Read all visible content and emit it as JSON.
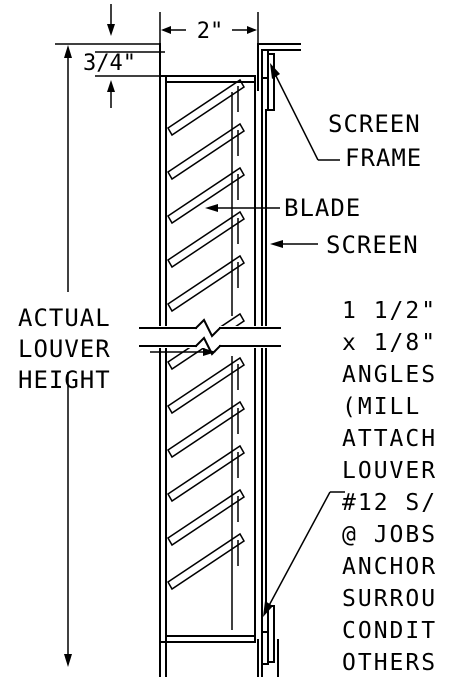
{
  "drawing": {
    "dimensions": {
      "depth": "2\"",
      "offset": "3/4\""
    },
    "labels": {
      "screen_frame_line1": "SCREEN",
      "screen_frame_line2": "FRAME",
      "blade": "BLADE",
      "screen": "SCREEN",
      "height_line1": "ACTUAL",
      "height_line2": "LOUVER",
      "height_line3": "HEIGHT"
    },
    "note": {
      "lines": [
        "1 1/2\"",
        "x 1/8\"",
        "ANGLES",
        "(MILL",
        "ATTACH",
        "LOUVER",
        "#12 S/",
        "@ JOBS",
        "ANCHOR",
        "SURROU",
        "CONDIT",
        "OTHERS"
      ]
    }
  }
}
